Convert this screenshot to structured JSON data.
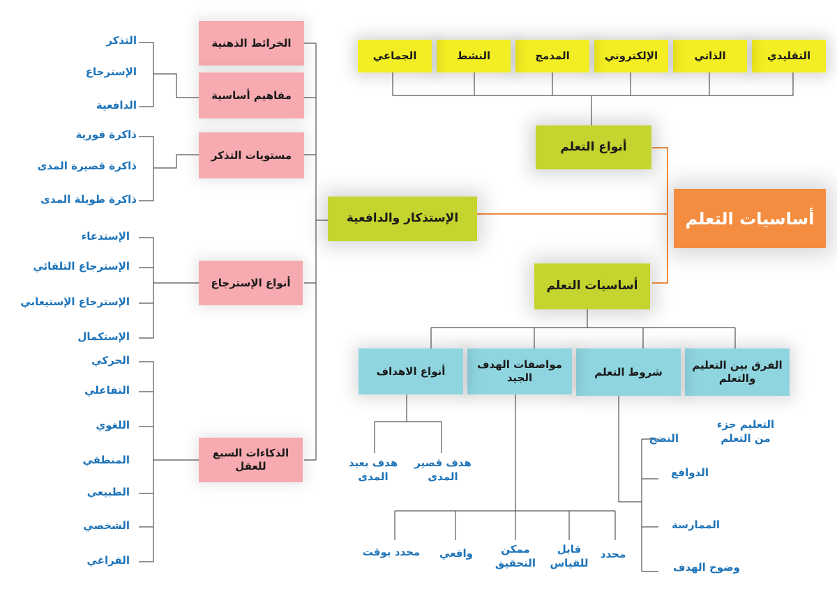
{
  "main_title": "أساسيات التعلم",
  "learning_types": {
    "title": "أنواع التعلم",
    "items": [
      "التقليدي",
      "الذاتي",
      "الإلكتروني",
      "المدمج",
      "النشط",
      "الجماعي"
    ]
  },
  "basics": {
    "title": "أساسيات التعلم",
    "diff": {
      "title": "الفرق بين التعليم والتعلم",
      "note": "التعليم جزء من التعلم"
    },
    "conditions": {
      "title": "شروط التعلم",
      "items": [
        "النضج",
        "الدوافع",
        "الممارسة",
        "وضوح الهدف"
      ]
    },
    "good_goal": {
      "title": "مواصفات الهدف الجيد",
      "items": [
        "محدد",
        "قابل للقياس",
        "ممكن التحقيق",
        "واقعي",
        "محدد بوقت"
      ]
    },
    "goal_types": {
      "title": "أنواع الاهداف",
      "items": [
        "هدف قصير المدى",
        "هدف بعيد المدى"
      ]
    }
  },
  "study": {
    "title": "الإستذكار والدافعية",
    "mind_maps": "الخرائط الذهنية",
    "concepts": {
      "title": "مفاهيم أساسية",
      "items": [
        "التذكر",
        "الإسترجاع",
        "الدافعية"
      ]
    },
    "memory_levels": {
      "title": "مستويات التذكر",
      "items": [
        "ذاكرة فورية",
        "ذاكرة قصيرة المدى",
        "ذاكرة طويلة المدى"
      ]
    },
    "retrieval": {
      "title": "أنواع الإسترجاع",
      "items": [
        "الإستدعاء",
        "الإسترجاع التلقائي",
        "الإسترجاع الإستيعابي",
        "الإستكمال"
      ]
    },
    "intelligences": {
      "title": "الذكاءات السبع للعقل",
      "items": [
        "الحركي",
        "التفاعلي",
        "اللغوي",
        "المنطقي",
        "الطبيعي",
        "الشخصي",
        "الفراغي"
      ]
    }
  }
}
